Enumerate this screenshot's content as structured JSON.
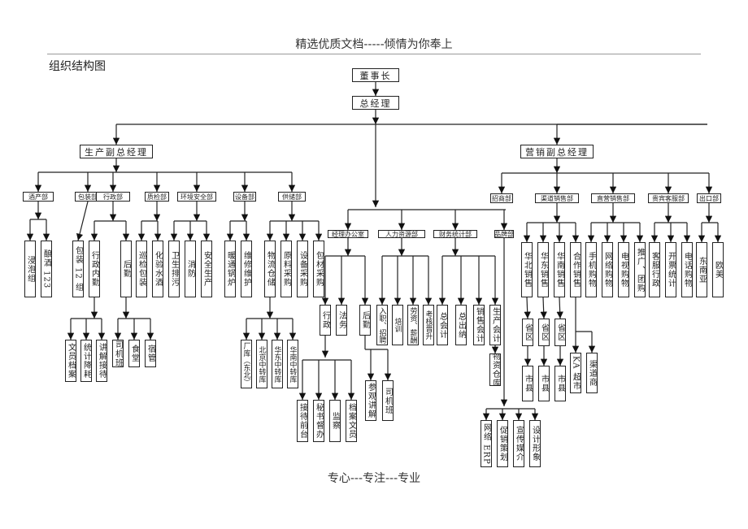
{
  "header": {
    "text": "精选优质文档-----倾情为你奉上"
  },
  "page_title": "组织结构图",
  "footer": {
    "text": "专心---专注---专业"
  },
  "org": {
    "chairman": "董事长",
    "gm": "总经理",
    "production_vp": {
      "title": "生产副总经理",
      "departments": [
        {
          "name": "酒产部",
          "children": [
            "浸泡组",
            "酿酒 123"
          ]
        },
        {
          "name": "包装部",
          "children": [
            "包装 12 组"
          ]
        },
        {
          "name": "行政部",
          "children": [
            {
              "name": "行政内勤",
              "children": [
                "文员档案",
                "统计降耗",
                "讲解接待"
              ]
            },
            {
              "name": "后勤",
              "children": [
                "司机班",
                "食堂",
                "宿管"
              ]
            }
          ]
        },
        {
          "name": "质检部",
          "children": [
            "巡检包装",
            "化验水酒"
          ]
        },
        {
          "name": "环境安全部",
          "children": [
            "卫生排污",
            "消防",
            "安全生产"
          ]
        },
        {
          "name": "设备部",
          "children": [
            "暖通锅炉",
            "维修维护"
          ]
        },
        {
          "name": "供储部",
          "children": [
            {
              "name": "物流仓储",
              "children": [
                "厂库（东北）",
                "北京中转库",
                "华东中转库",
                "华南中转库"
              ]
            },
            "原料采购",
            "设备采购",
            "包材采购"
          ]
        }
      ]
    },
    "gm_direct": [
      {
        "name": "经理办公室",
        "children": [
          {
            "name": "行政",
            "children": [
              "接待前台",
              "秘书督办",
              "监察",
              "档案文员"
            ]
          },
          "法务",
          {
            "name": "后勤",
            "children": [
              "参观讲解",
              "司机班"
            ]
          }
        ]
      },
      {
        "name": "人力资源部",
        "children": [
          "入职、招聘",
          "培训",
          "劳资、薪酬",
          "考核晋升"
        ]
      },
      {
        "name": "财务统计部",
        "children": [
          "总会计",
          "总出纳",
          "销售会计",
          {
            "name": "生产会计",
            "children": [
              "物资仓库"
            ]
          }
        ]
      },
      {
        "name": "品牌部",
        "children": [
          "网络 ERP",
          "促销策划",
          "宣传媒介",
          "设计形象"
        ]
      }
    ],
    "marketing_vp": {
      "title": "营销副总经理",
      "departments": [
        {
          "name": "招商部",
          "children": []
        },
        {
          "name": "渠道销售部",
          "children": [
            {
              "name": "华北销售",
              "children": [
                {
                  "name": "省区",
                  "children": [
                    "市县"
                  ]
                }
              ]
            },
            {
              "name": "华东销售",
              "children": [
                {
                  "name": "省区",
                  "children": [
                    "市县"
                  ]
                }
              ]
            },
            {
              "name": "华南销售",
              "children": [
                {
                  "name": "省区",
                  "children": [
                    "市县"
                  ]
                }
              ]
            },
            {
              "name": "合作销售",
              "children": [
                "KA 超市",
                "渠道商"
              ]
            }
          ]
        },
        {
          "name": "直营销售部",
          "children": [
            "手机购物",
            "网络购物",
            "电视购物",
            "推广、团购"
          ]
        },
        {
          "name": "贵宾客服部",
          "children": [
            "客服行政",
            "开票统计",
            "电话购物"
          ]
        },
        {
          "name": "出口部",
          "children": [
            "东南亚",
            "欧美"
          ]
        }
      ]
    }
  }
}
